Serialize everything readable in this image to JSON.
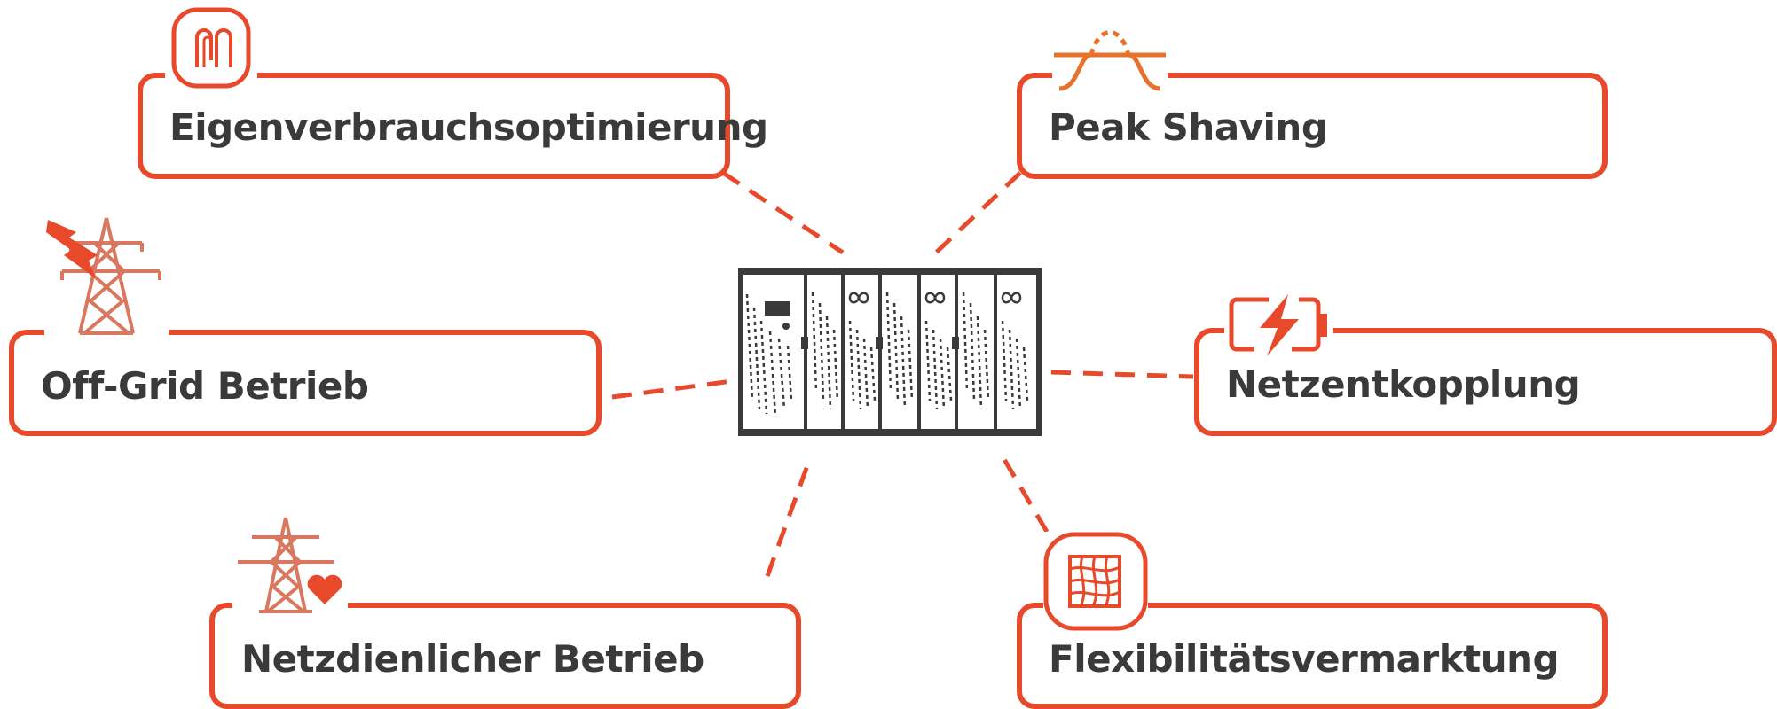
{
  "colors": {
    "accent": "#e8492b",
    "accent_orange": "#e8722b",
    "accent_light": "#d9775f",
    "text": "#3a3a3a",
    "device": "#3a3a3a"
  },
  "center": {
    "name": "battery-storage-system",
    "icon": "battery-cabinet-icon"
  },
  "applications": [
    {
      "label": "Eigenverbrauchsoptimierung",
      "icon": "wall-outlet-icon"
    },
    {
      "label": "Peak Shaving",
      "icon": "peak-curve-icon"
    },
    {
      "label": "Off-Grid Betrieb",
      "icon": "power-pylon-lightning-icon"
    },
    {
      "label": "Netzentkopplung",
      "icon": "battery-charging-icon"
    },
    {
      "label": "Netzdienlicher Betrieb",
      "icon": "power-pylon-heart-icon"
    },
    {
      "label": "Flexibilitätsvermarktung",
      "icon": "grid-mesh-icon"
    }
  ]
}
